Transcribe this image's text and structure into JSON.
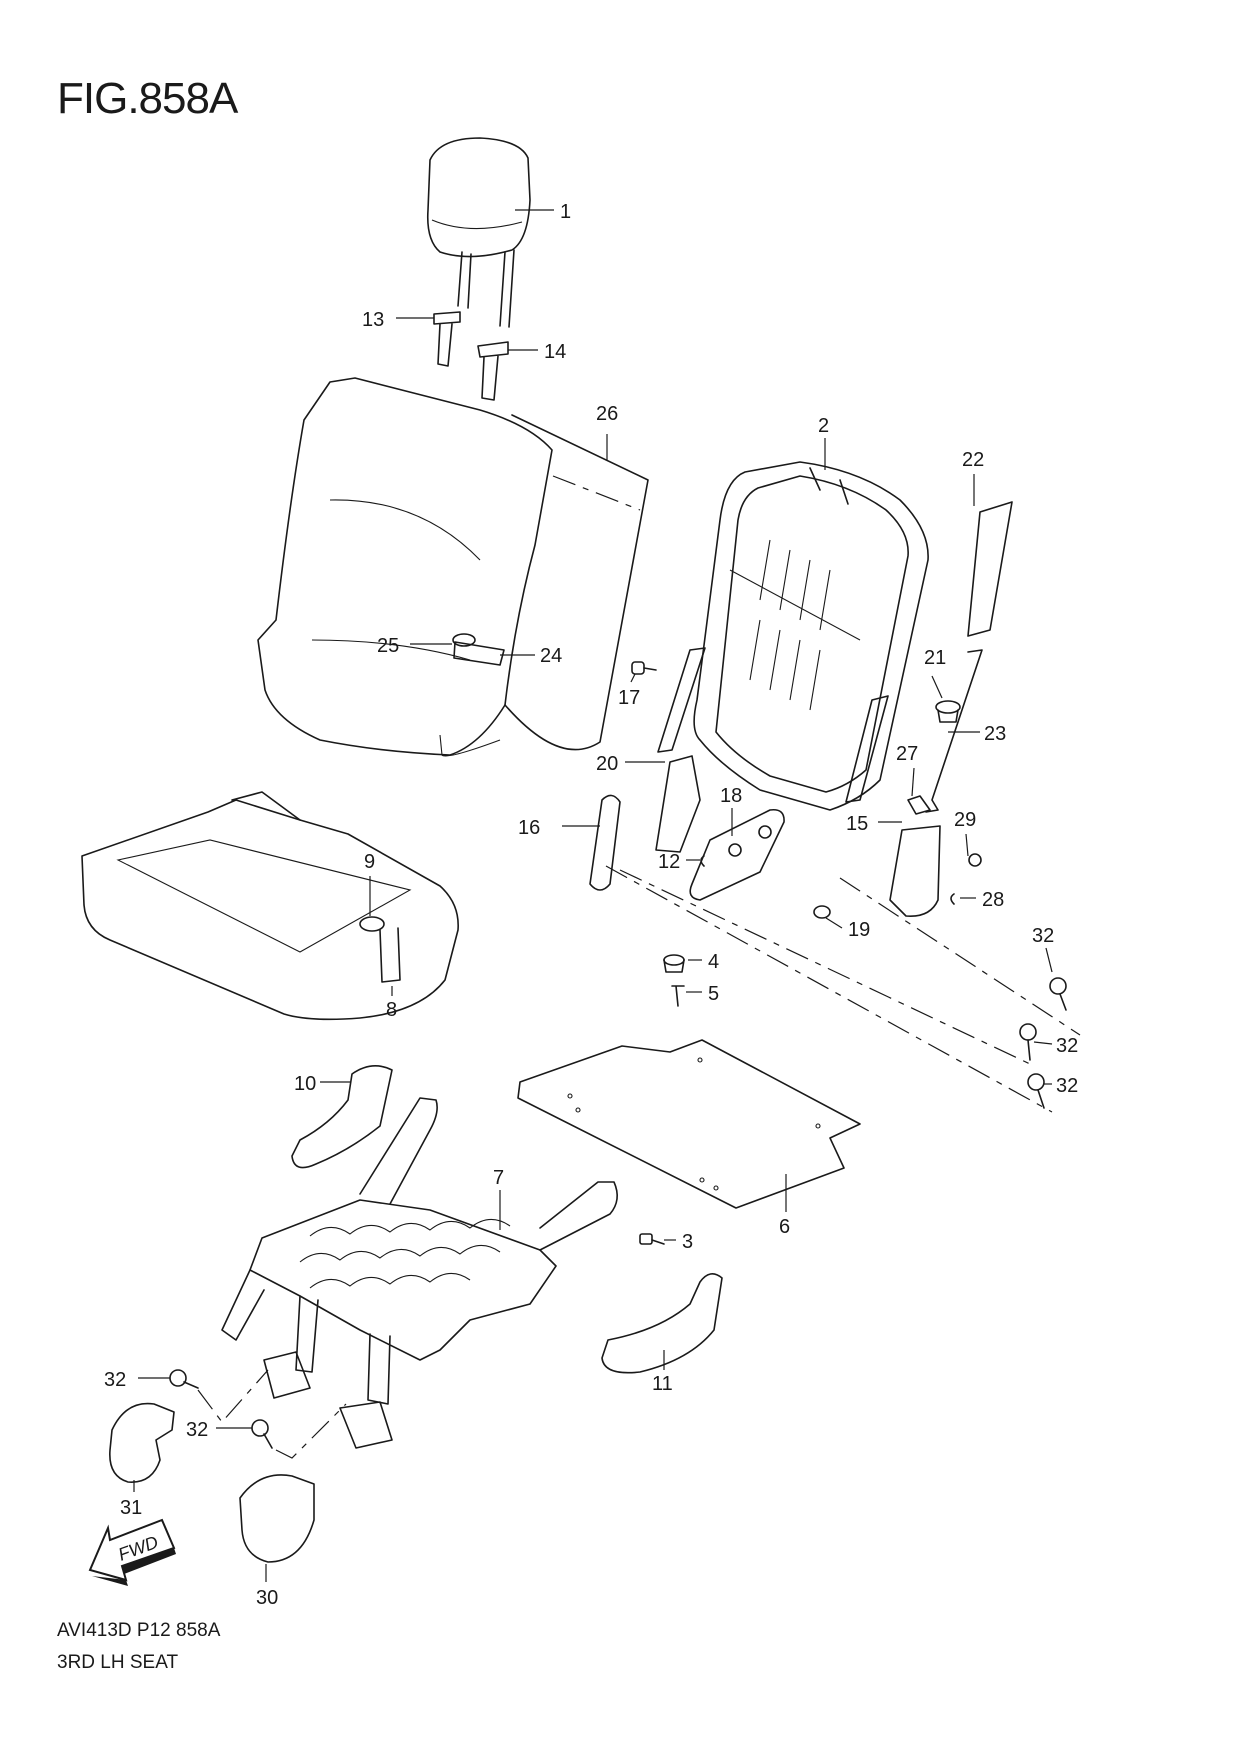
{
  "figure": {
    "title": "FIG.858A",
    "code": "AVI413D P12 858A",
    "caption": "3RD LH SEAT"
  },
  "fwd_label": "FWD",
  "callouts": [
    {
      "id": "c1",
      "text": "1"
    },
    {
      "id": "c2",
      "text": "2"
    },
    {
      "id": "c3",
      "text": "3"
    },
    {
      "id": "c4",
      "text": "4"
    },
    {
      "id": "c5",
      "text": "5"
    },
    {
      "id": "c6",
      "text": "6"
    },
    {
      "id": "c7",
      "text": "7"
    },
    {
      "id": "c8",
      "text": "8"
    },
    {
      "id": "c9",
      "text": "9"
    },
    {
      "id": "c10",
      "text": "10"
    },
    {
      "id": "c11",
      "text": "11"
    },
    {
      "id": "c12",
      "text": "12"
    },
    {
      "id": "c13",
      "text": "13"
    },
    {
      "id": "c14",
      "text": "14"
    },
    {
      "id": "c15",
      "text": "15"
    },
    {
      "id": "c16",
      "text": "16"
    },
    {
      "id": "c17",
      "text": "17"
    },
    {
      "id": "c18",
      "text": "18"
    },
    {
      "id": "c19",
      "text": "19"
    },
    {
      "id": "c20",
      "text": "20"
    },
    {
      "id": "c21",
      "text": "21"
    },
    {
      "id": "c22",
      "text": "22"
    },
    {
      "id": "c23",
      "text": "23"
    },
    {
      "id": "c24",
      "text": "24"
    },
    {
      "id": "c25",
      "text": "25"
    },
    {
      "id": "c26",
      "text": "26"
    },
    {
      "id": "c27",
      "text": "27"
    },
    {
      "id": "c28",
      "text": "28"
    },
    {
      "id": "c29",
      "text": "29"
    },
    {
      "id": "c30",
      "text": "30"
    },
    {
      "id": "c31",
      "text": "31"
    },
    {
      "id": "c32a",
      "text": "32"
    },
    {
      "id": "c32b",
      "text": "32"
    },
    {
      "id": "c32c",
      "text": "32"
    },
    {
      "id": "c32d",
      "text": "32"
    },
    {
      "id": "c32e",
      "text": "32"
    }
  ]
}
